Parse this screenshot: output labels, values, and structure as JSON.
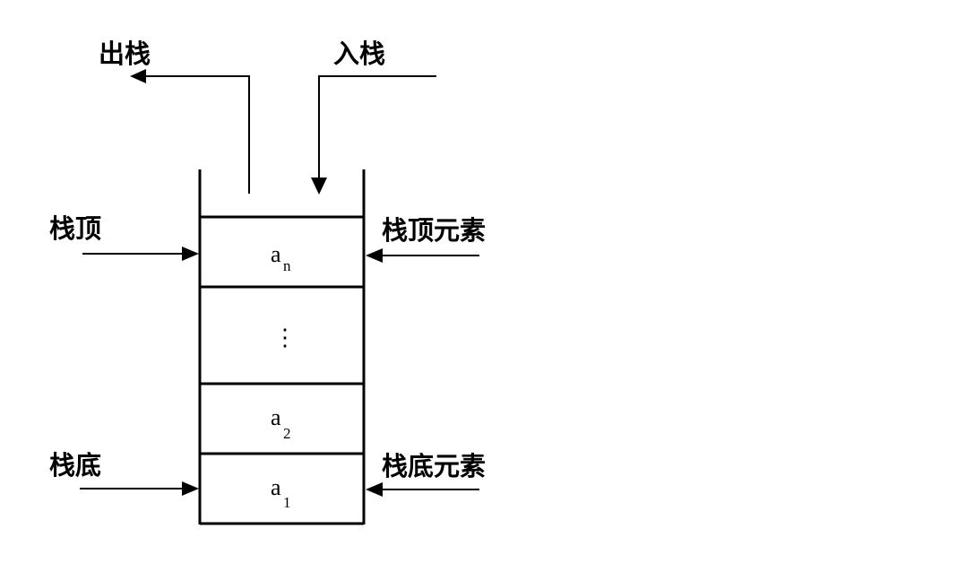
{
  "diagram": {
    "title": "栈结构示意图",
    "labels": {
      "pop": "出栈",
      "push": "入栈",
      "top": "栈顶",
      "top_element": "栈顶元素",
      "bottom": "栈底",
      "bottom_element": "栈底元素"
    },
    "cells": [
      {
        "main": "a",
        "sub": "n"
      },
      {
        "main": "⋮",
        "sub": ""
      },
      {
        "main": "a",
        "sub": "2"
      },
      {
        "main": "a",
        "sub": "1"
      }
    ],
    "colors": {
      "stroke": "#000000",
      "background": "#ffffff"
    }
  }
}
